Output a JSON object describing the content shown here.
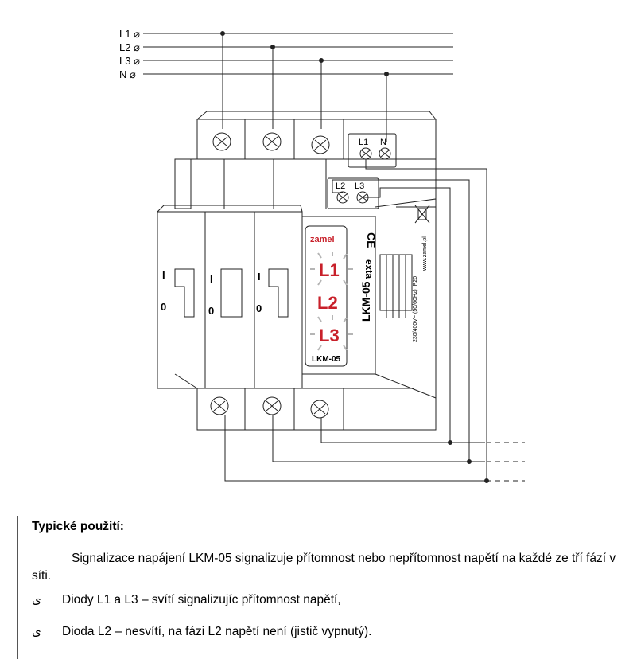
{
  "lines": [
    "L1",
    "L2",
    "L3",
    "N"
  ],
  "terminal_symbol": "⌀",
  "module_terminals": {
    "top": [
      "L1",
      "N"
    ],
    "middle": [
      "L2",
      "L3"
    ]
  },
  "switch_marks": {
    "on": "I",
    "off": "0"
  },
  "indicator": {
    "brand": "zamel",
    "leds": [
      "L1",
      "L2",
      "L3"
    ],
    "model": "LKM-05",
    "side_model": "LKM-05",
    "side_brand": "exta",
    "ce_mark": "CE",
    "colors": {
      "led_red": "#c8202a",
      "glow": "#b5b5b5"
    }
  },
  "side_print": {
    "voltage": "230/400V~  (50/60Hz)  IP20",
    "url": "www.zamel.pl"
  },
  "text": {
    "heading": "Typické použití:",
    "paragraph": "Signalizace napájení LKM-05 signalizuje přítomnost nebo nepřítomnost napětí na každé ze tří fází v síti.",
    "bullet_mark": "ی",
    "bullets": [
      "Diody L1 a L3 – svítí signalizujíc přítomnost napětí,",
      "Dioda L2 – nesvítí, na fázi L2 napětí není (jistič vypnutý)."
    ]
  }
}
